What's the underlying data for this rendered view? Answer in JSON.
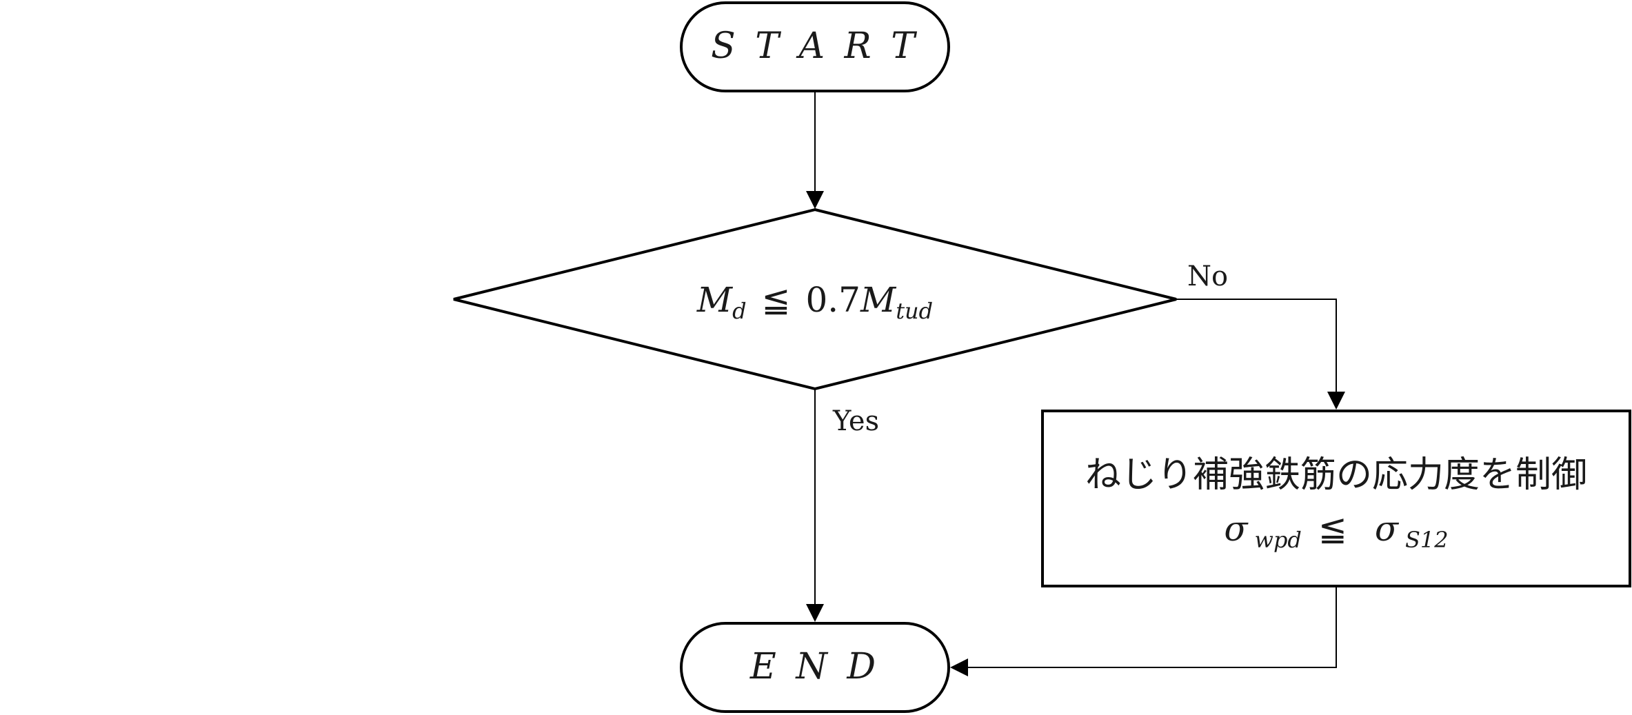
{
  "flowchart": {
    "start": {
      "label": "S T A R T"
    },
    "end": {
      "label": "E N D"
    },
    "decision": {
      "lhs_symbol": "M",
      "lhs_sub": "d",
      "operator": "≦",
      "rhs_coef": "0.7",
      "rhs_symbol": "M",
      "rhs_sub": "tud"
    },
    "branches": {
      "yes": "Yes",
      "no": "No"
    },
    "process": {
      "title": "ねじり補強鉄筋の応力度を制御",
      "lhs_symbol": "σ",
      "lhs_sub": "wpd",
      "operator": "≦",
      "rhs_symbol": "σ",
      "rhs_sub": "S12"
    },
    "colors": {
      "stroke": "#000000",
      "background": "#ffffff",
      "text": "#1a1a1a"
    }
  }
}
